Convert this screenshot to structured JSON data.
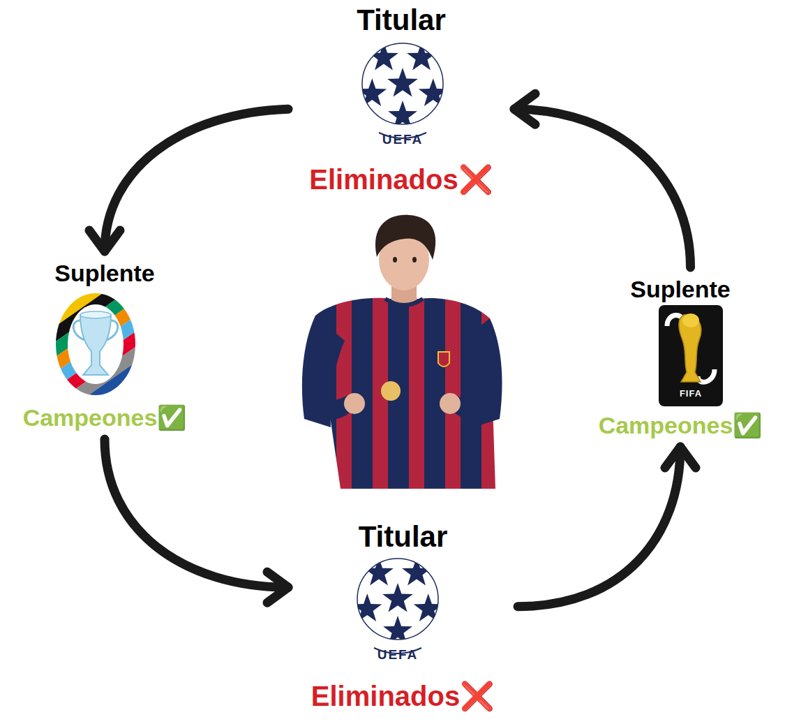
{
  "diagram": {
    "nodes": [
      {
        "text": [
          "Titular",
          "Eliminados❌"
        ]
      },
      {
        "text": [
          "Suplente",
          "Campeones✅"
        ]
      },
      {
        "text": [
          "Titular",
          "Eliminados❌"
        ]
      },
      {
        "text": [
          "Suplente",
          "Campeones✅"
        ]
      }
    ],
    "edges": [
      {
        "from": 0,
        "to": 1,
        "arrow": "to"
      },
      {
        "from": 1,
        "to": 2,
        "arrow": "to"
      },
      {
        "from": 2,
        "to": 3,
        "arrow": "to"
      },
      {
        "from": 3,
        "to": 0,
        "arrow": "to"
      }
    ],
    "labels": [
      "UEFA",
      "UEFA",
      "FIFA"
    ]
  }
}
